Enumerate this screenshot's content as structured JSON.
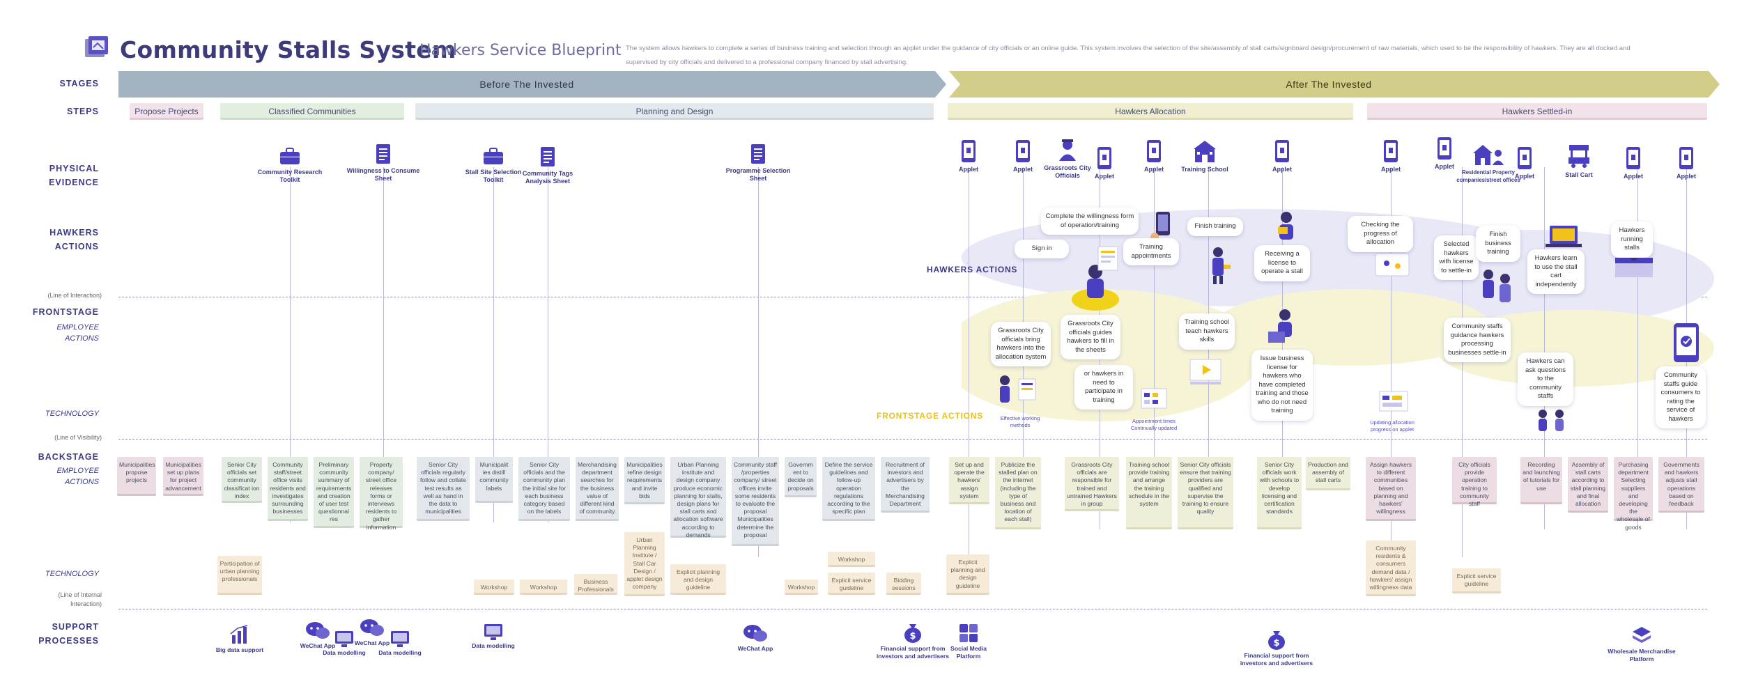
{
  "header": {
    "title": "Community Stalls System",
    "subtitle": "Hawkers Service Blueprint",
    "description": "The system allows hawkers to complete a series of business training and selection through an applet under the guidance of city officials or an online guide. This system involves the selection of the site/assembly of stall carts/signboard design/procurement of raw materials, which used to be the responsibility of hawkers. They are all docked and supervised by city officials and delivered to a professional company financed by stall advertising."
  },
  "row_labels": {
    "stages": "STAGES",
    "steps": "STEPS",
    "physical_1": "PHYSICAL",
    "physical_2": "EVIDENCE",
    "hawkers_1": "HAWKERS",
    "hawkers_2": "ACTIONS",
    "interaction_line": "(Line of Interaction)",
    "frontstage": "FRONTSTAGE",
    "frontstage_sub_1": "EMPLOYEE",
    "frontstage_sub_2": "ACTIONS",
    "technology": "TECHNOLOGY",
    "visibility_line": "(Line of Visibility)",
    "backstage": "BACKSTAGE",
    "backstage_sub_1": "EMPLOYEE",
    "backstage_sub_2": "ACTIONS",
    "technology_2": "TECHNOLOGY",
    "internal_line_1": "(Line of Internal",
    "internal_line_2": "Interaction)",
    "support_1": "SUPPORT",
    "support_2": "PROCESSES"
  },
  "stages": [
    {
      "label": "Before The Invested",
      "color": "#a3b3bf"
    },
    {
      "label": "After The Invested",
      "color": "#d3cd8a"
    }
  ],
  "steps": [
    "Propose Projects",
    "Classified Communities",
    "Planning and Design",
    "Hawkers Allocation",
    "Hawkers Settled-in"
  ],
  "physical_evidence": [
    "Community Research Toolkit",
    "Willingness to Consume Sheet",
    "Stall Site Selection Toolkit",
    "Community Tags Analysis Sheet",
    "Programme Selection Sheet",
    "Applet",
    "Applet",
    "Grassroots City Officials",
    "Applet",
    "Applet",
    "Training School",
    "Applet",
    "Applet",
    "Applet",
    "Residential Property companies/street offices",
    "Applet",
    "Stall Cart",
    "Applet",
    "Applet"
  ],
  "section_tags": {
    "hawkers_actions": "HAWKERS ACTIONS",
    "frontstage_actions": "FRONTSTAGE ACTIONS"
  },
  "hawker_actions": [
    "Sign in",
    "Complete the willingness form of operation/training",
    "Training appointments",
    "Finish training",
    "Receiving a license to operate a stall",
    "Checking the progress of allocation",
    "Selected hawkers with license to settle-in",
    "Finish business training",
    "Hawkers learn to use the stall cart independently",
    "Hawkers running stalls"
  ],
  "frontstage_actions": [
    "Grassroots City officials bring hawkers into the allocation system",
    "Grassroots City officials guides hawkers to fill in the sheets",
    "or hawkers in need to participate in training",
    "Training school teach hawkers skills",
    "Issue business license for hawkers who have completed training and those who do not need training",
    "Community staffs guidance hawkers processing businesses settle-in",
    "Hawkers can ask questions to the community staffs",
    "Community staffs guide consumers to rating the service of hawkers"
  ],
  "technology_notes": [
    "Effective working methods",
    "Appointment times Continually updated",
    "Updating allocation progress on applet"
  ],
  "backstage": [
    "Municipalities propose projects",
    "Municipalities set up plans for project advancement",
    "Senior City officials set community classificat ion index",
    "Community staff/street office visits residents and investigates surrounding businesses",
    "Preliminary community summary of requirements and creation of user test questionnai res",
    "Property company/ street office releases forms or interviews residents to gather information",
    "Senior City officials regularly follow and collate test results as well as hand in the data to municipalities",
    "Municipalit ies distill community labels",
    "Senior City officials and the community plan the initial site for each business category based on the labels",
    "Merchandising department searches for the business value of different kind of community",
    "Municipalities refine design requirements and invite bids",
    "Urban Planning institute and design company produce economic planning for stalls, design plans for stall carts and allocation software according to demands",
    "Community staff /properties company/ street offices invite some residents to evaluate the proposal Municipalities determine the proposal",
    "Governm ent to decide on proposals",
    "Define the service guidelines and follow-up operation regulations according to the specific plan",
    "Recruitment of investors and advertisers by the Merchandising Department",
    "Set up and operate the hawkers' assign system",
    "Publicize the stalled plan on the internet (including the type of business and location of each stall)",
    "Grassroots City officials are responsible for trained and untrained Hawkers in group",
    "Training school provide training and arrange the training schedule in the system",
    "Senior City officials ensure that training providers are qualified and supervise the training to ensure quality",
    "Senior City officials work with schools to develop licensing and certification standards",
    "Production and assembly of stall carts",
    "Assign hawkers to different communities based on planning and hawkers' willingness",
    "City officials provide operation training to community staff",
    "Recording and launching of tutorials for use",
    "Assembly of stall carts according to stall planning and final allocation",
    "Purchasing department Selecting suppliers and developing the wholesale of goods",
    "Governments and hawkers adjusts stall operations based on feedback"
  ],
  "backstage_tech": [
    "Participation of urban planning professionals",
    "Urban Planning Institute / Stall Car Design / applet design company",
    "Workshop",
    "Workshop",
    "Business Professionals",
    "Explicit planning and design guideline",
    "Workshop",
    "Workshop",
    "Explicit service guideline",
    "Bidding sessions",
    "Explicit planning and design guideline",
    "Community residents & consumers demand data / hawkers' assign willingness data",
    "Explicit service guideline"
  ],
  "support": [
    "Big data support",
    "WeChat App",
    "Data modelling",
    "WeChat App",
    "Data modelling",
    "Data modelling",
    "WeChat App",
    "Financial support from investors and advertisers",
    "Social Media Platform",
    "Financial support from investors and advertisers",
    "Wholesale Merchandise Platform"
  ],
  "colors": {
    "accent": "#4a3fbf",
    "navy": "#3b3a89",
    "yellow_blob": "#f6f3cf",
    "purple_blob": "#e4e4f4",
    "frontstage_tag": "#e8c21a"
  }
}
